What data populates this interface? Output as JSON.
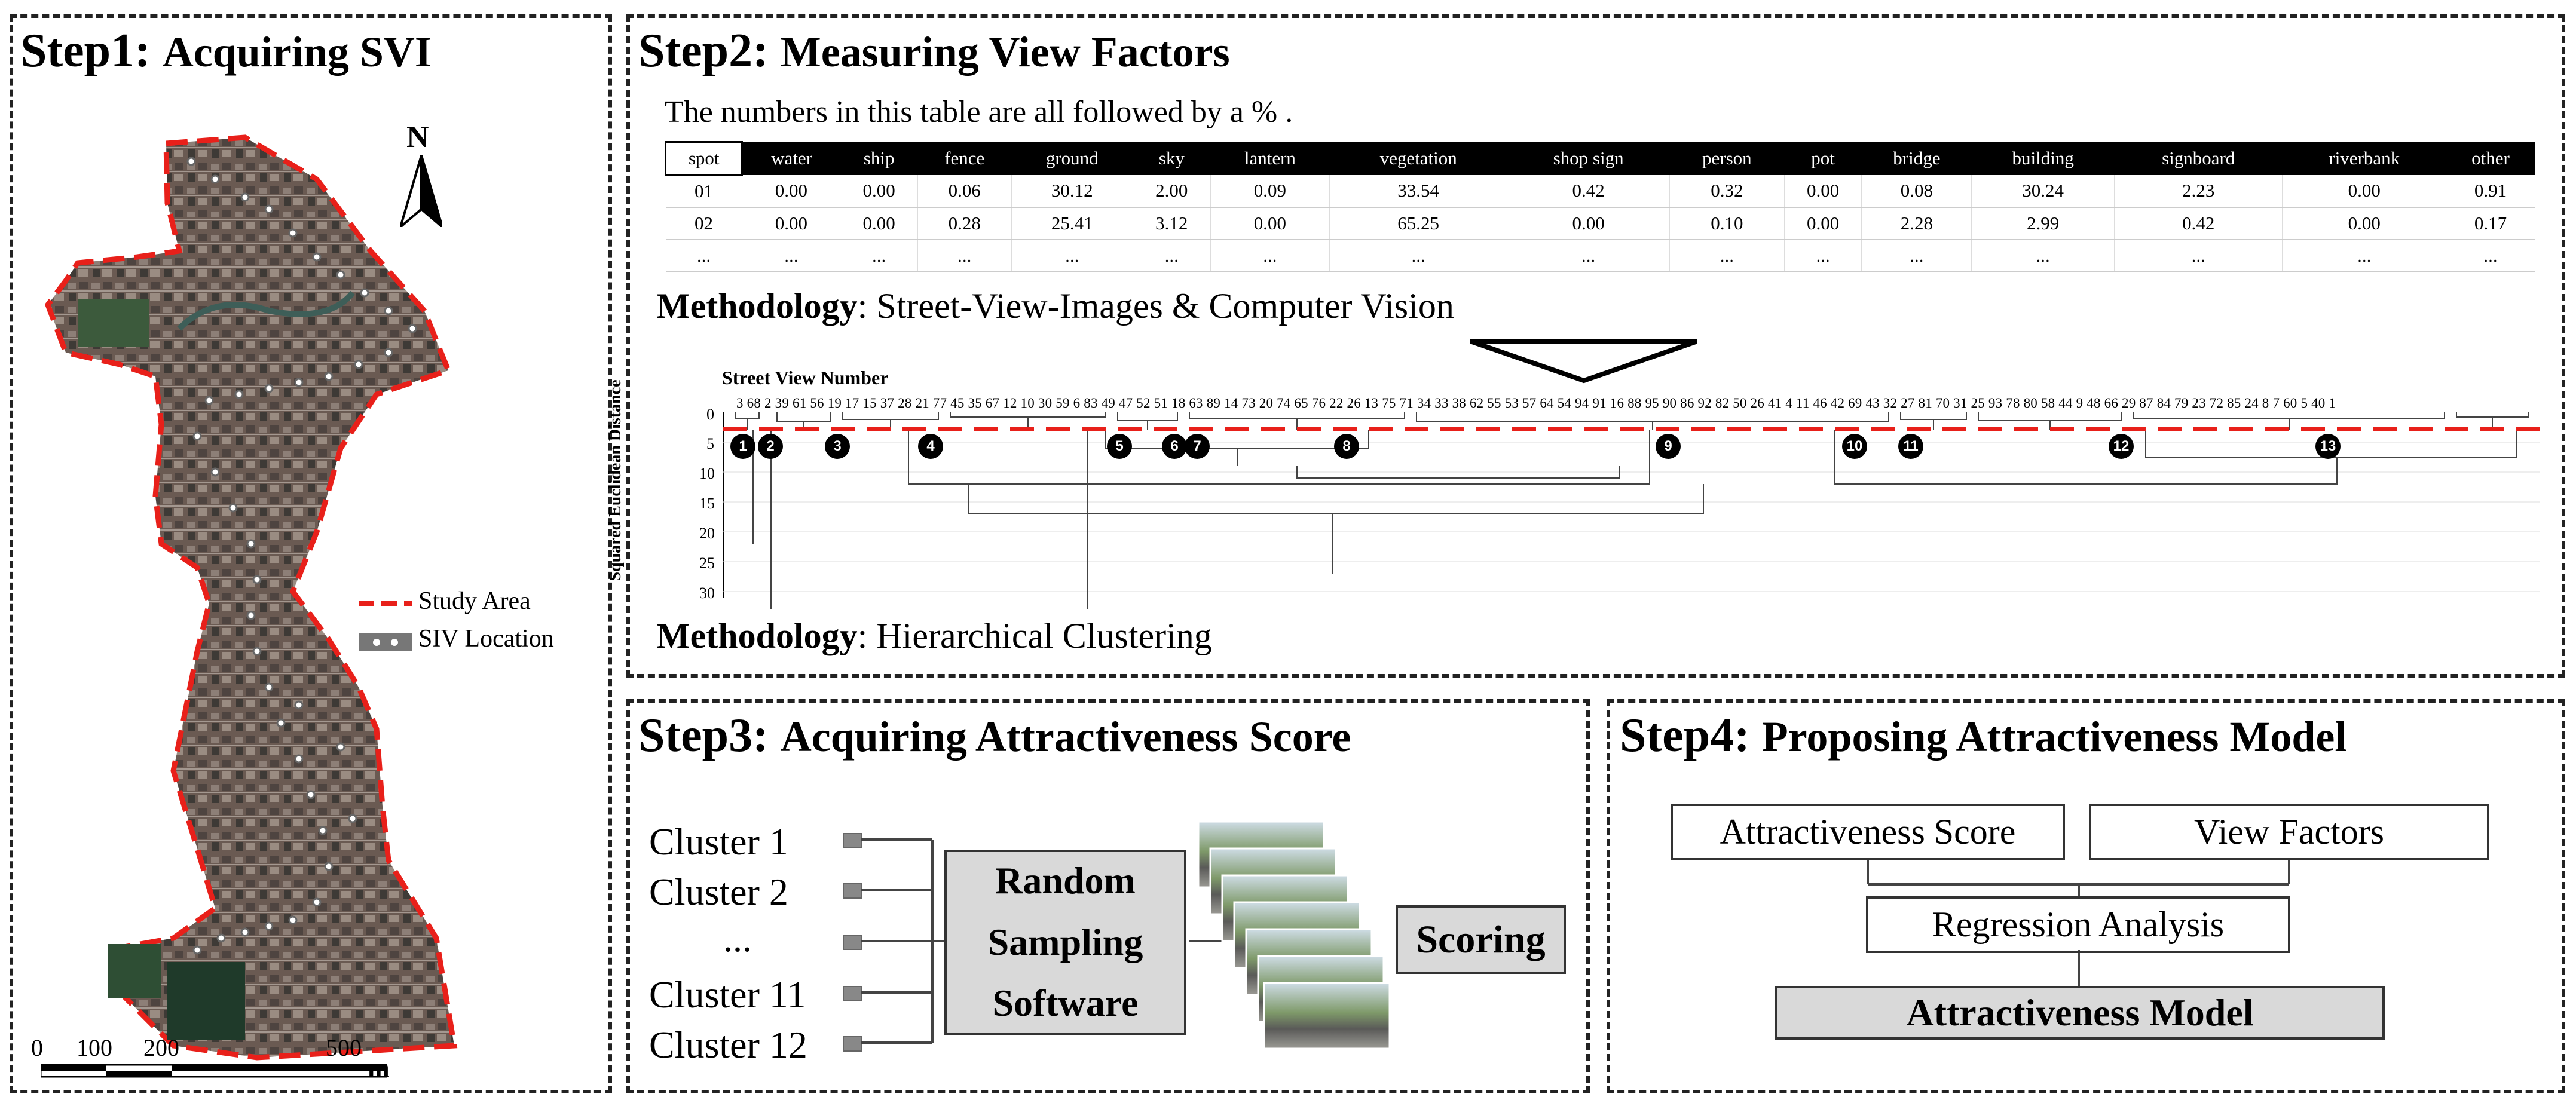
{
  "step1": {
    "title_bold": "Step1:",
    "title_rest": "Acquiring SVI",
    "north_label": "N",
    "legend": [
      {
        "label": "Study Area",
        "color": "#e8201a"
      },
      {
        "label": "SIV Location",
        "color": "#777777"
      }
    ],
    "scale": {
      "ticks": [
        "0",
        "100",
        "200",
        "500"
      ],
      "unit": "m"
    }
  },
  "step2": {
    "title_bold": "Step2:",
    "title_rest": "Measuring View Factors",
    "note": "The numbers in this table are all followed by a % .",
    "table": {
      "headers": [
        "spot",
        "water",
        "ship",
        "fence",
        "ground",
        "sky",
        "lantern",
        "vegetation",
        "shop sign",
        "person",
        "pot",
        "bridge",
        "building",
        "signboard",
        "riverbank",
        "other"
      ],
      "rows": [
        [
          "01",
          "0.00",
          "0.00",
          "0.06",
          "30.12",
          "2.00",
          "0.09",
          "33.54",
          "0.42",
          "0.32",
          "0.00",
          "0.08",
          "30.24",
          "2.23",
          "0.00",
          "0.91"
        ],
        [
          "02",
          "0.00",
          "0.00",
          "0.28",
          "25.41",
          "3.12",
          "0.00",
          "65.25",
          "0.00",
          "0.10",
          "0.00",
          "2.28",
          "2.99",
          "0.42",
          "0.00",
          "0.17"
        ],
        [
          "...",
          "...",
          "...",
          "...",
          "...",
          "...",
          "...",
          "...",
          "...",
          "...",
          "...",
          "...",
          "...",
          "...",
          "...",
          "..."
        ]
      ]
    },
    "method1_bold": "Methodology",
    "method1_rest": ": Street-View-Images & Computer Vision",
    "method2_bold": "Methodology",
    "method2_rest": ": Hierarchical Clustering",
    "dendrogram": {
      "xlabel": "Street View Number",
      "ylabel": "Squared Euclidean Distance",
      "yticks": [
        "0",
        "5",
        "10",
        "15",
        "20",
        "25",
        "30"
      ],
      "leaves": "3 68 2 39 61 56 19 17 15 37 28 21 77 45 35 67 12 10 30 59 6 83 49 47 52 51 18 63 89 14 73 20 74 65 76 22 26 13 75 71 34 33 38 62 55 53 57 64 54 94 91 16 88 95 90 86 92 82 50 26 41 4 11 46 42 69 43 32 27 81 70 31 25 93 78 80 58 44 9 48 66 29 87 84 79 23 72 85 24 8 7 60 5 40 1",
      "cluster_markers": [
        "1",
        "2",
        "3",
        "4",
        "5",
        "6",
        "7",
        "8",
        "9",
        "10",
        "11",
        "12",
        "13"
      ]
    }
  },
  "step3": {
    "title_bold": "Step3:",
    "title_rest": "Acquiring Attractiveness Score",
    "clusters": [
      "Cluster 1",
      "Cluster 2",
      "...",
      "Cluster 11",
      "Cluster 12"
    ],
    "sampling_box": [
      "Random",
      "Sampling",
      "Software"
    ],
    "scoring_label": "Scoring"
  },
  "step4": {
    "title_bold": "Step4:",
    "title_rest": "Proposing Attractiveness Model",
    "box_score": "Attractiveness Score",
    "box_factors": "View Factors",
    "box_regression": "Regression Analysis",
    "box_model": "Attractiveness Model"
  }
}
